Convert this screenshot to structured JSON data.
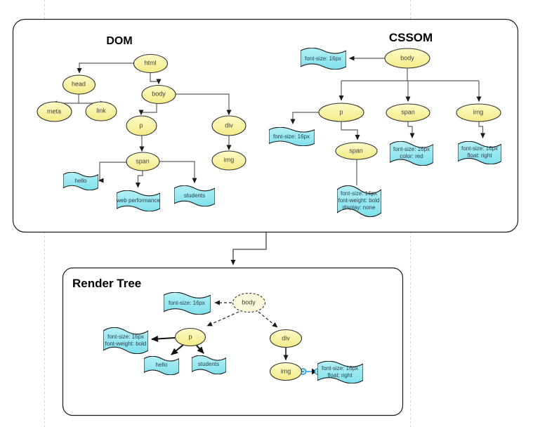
{
  "titles": {
    "dom": "DOM",
    "cssom": "CSSOM",
    "render": "Render Tree"
  },
  "dom": {
    "nodes": {
      "html": "html",
      "head": "head",
      "body": "body",
      "meta": "meta",
      "link": "link",
      "p": "p",
      "div": "div",
      "span": "span",
      "img": "img"
    },
    "texts": {
      "hello": "hello",
      "web_performance": "web performance",
      "students": "students"
    }
  },
  "cssom": {
    "nodes": {
      "body": "body",
      "p": "p",
      "span_child": "span",
      "span": "span",
      "img": "img"
    },
    "rules": {
      "body": "font-size: 16px",
      "p": "font-size: 16px",
      "span_child": "font-size: 16px\nfont-weight: bold\ndisplay: none",
      "span": "font-size: 16px\ncolor: red",
      "img": "font-size: 16px\nfloat: right"
    }
  },
  "render_tree": {
    "nodes": {
      "body": "body",
      "p": "p",
      "div": "div",
      "img": "img"
    },
    "texts": {
      "hello": "hello",
      "students": "students"
    },
    "rules": {
      "body": "font-size: 16px",
      "p": "font-size: 16px\nfont-weight: bold",
      "img": "font-size: 16px\nfloat: right"
    }
  },
  "colors": {
    "node_yellow": "#F6EF8F",
    "tape_cyan": "#8FE6EF",
    "render_body_cream": "#FCF8DC",
    "selection_blue": "#2AA4DF"
  }
}
